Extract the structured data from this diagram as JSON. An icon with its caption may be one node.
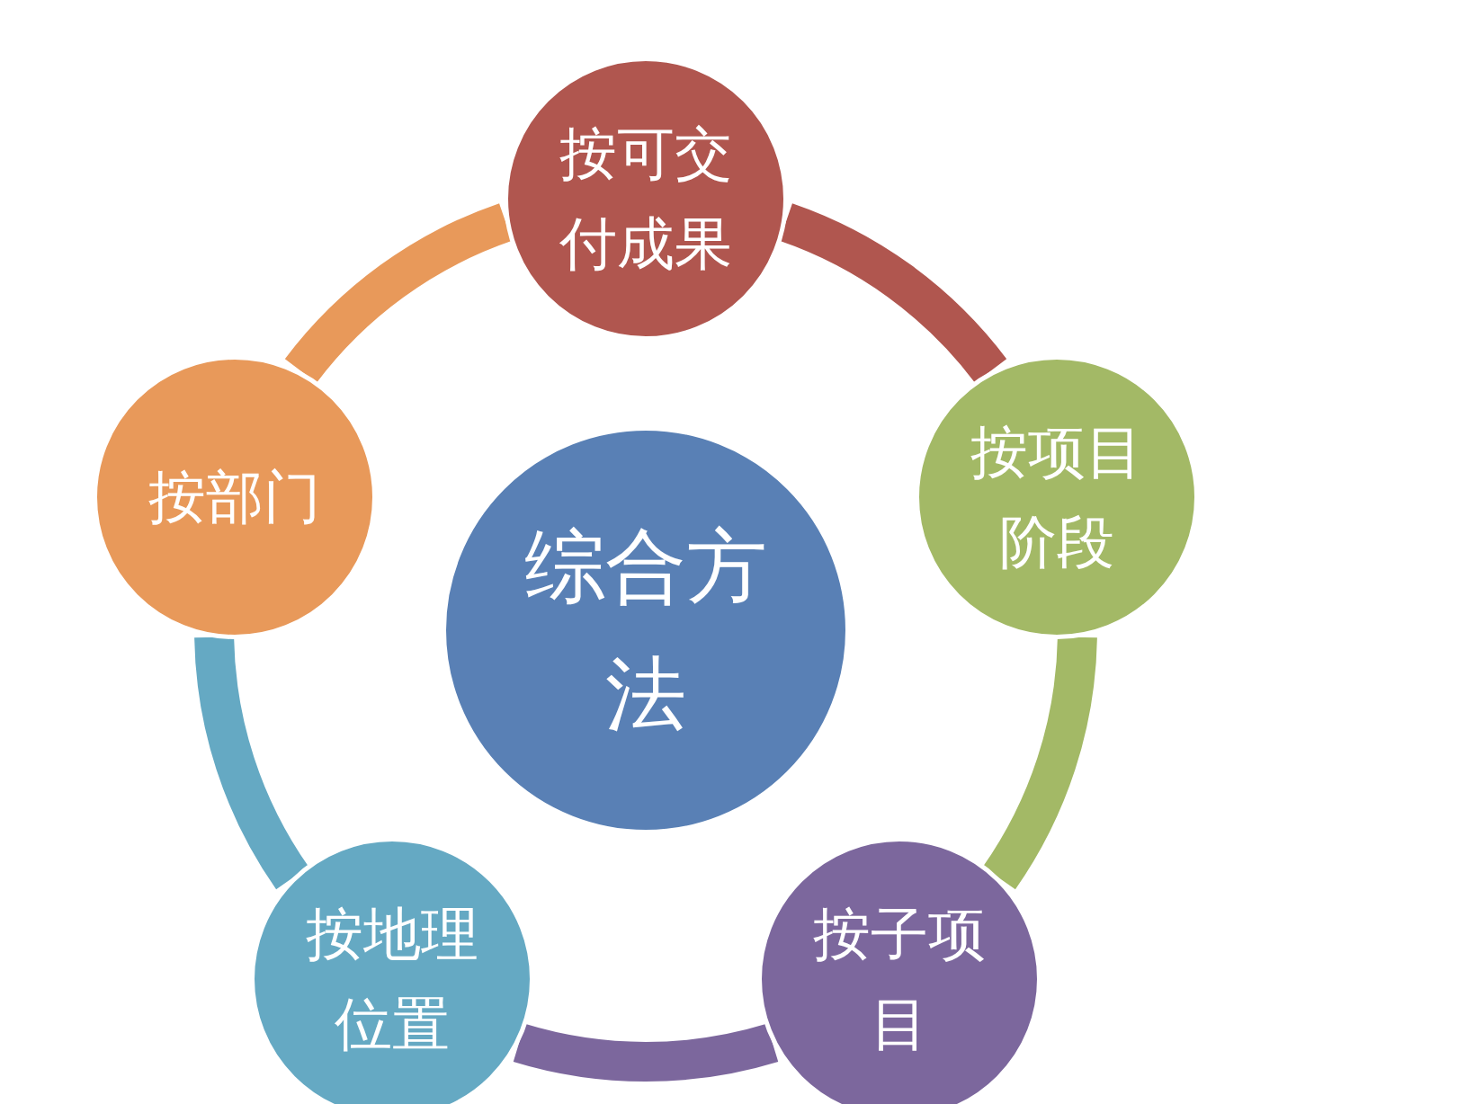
{
  "diagram": {
    "nodes": [
      {
        "text": [
          "按可交付成果"
        ]
      },
      {
        "text": [
          "按部门"
        ]
      },
      {
        "text": [
          "综合方法"
        ]
      },
      {
        "text": [
          "按项目阶段"
        ]
      },
      {
        "text": [
          "按地理位置"
        ]
      },
      {
        "text": [
          "按子项目"
        ]
      }
    ],
    "edges": [
      {
        "from": 0,
        "to": 3,
        "arrow": "none",
        "color": "#b0564f"
      },
      {
        "from": 3,
        "to": 5,
        "arrow": "none",
        "color": "#a3b966"
      },
      {
        "from": 5,
        "to": 4,
        "arrow": "none",
        "color": "#7c679d"
      },
      {
        "from": 4,
        "to": 1,
        "arrow": "none",
        "color": "#65a9c3"
      },
      {
        "from": 1,
        "to": 0,
        "arrow": "none",
        "color": "#e8995a"
      }
    ]
  }
}
